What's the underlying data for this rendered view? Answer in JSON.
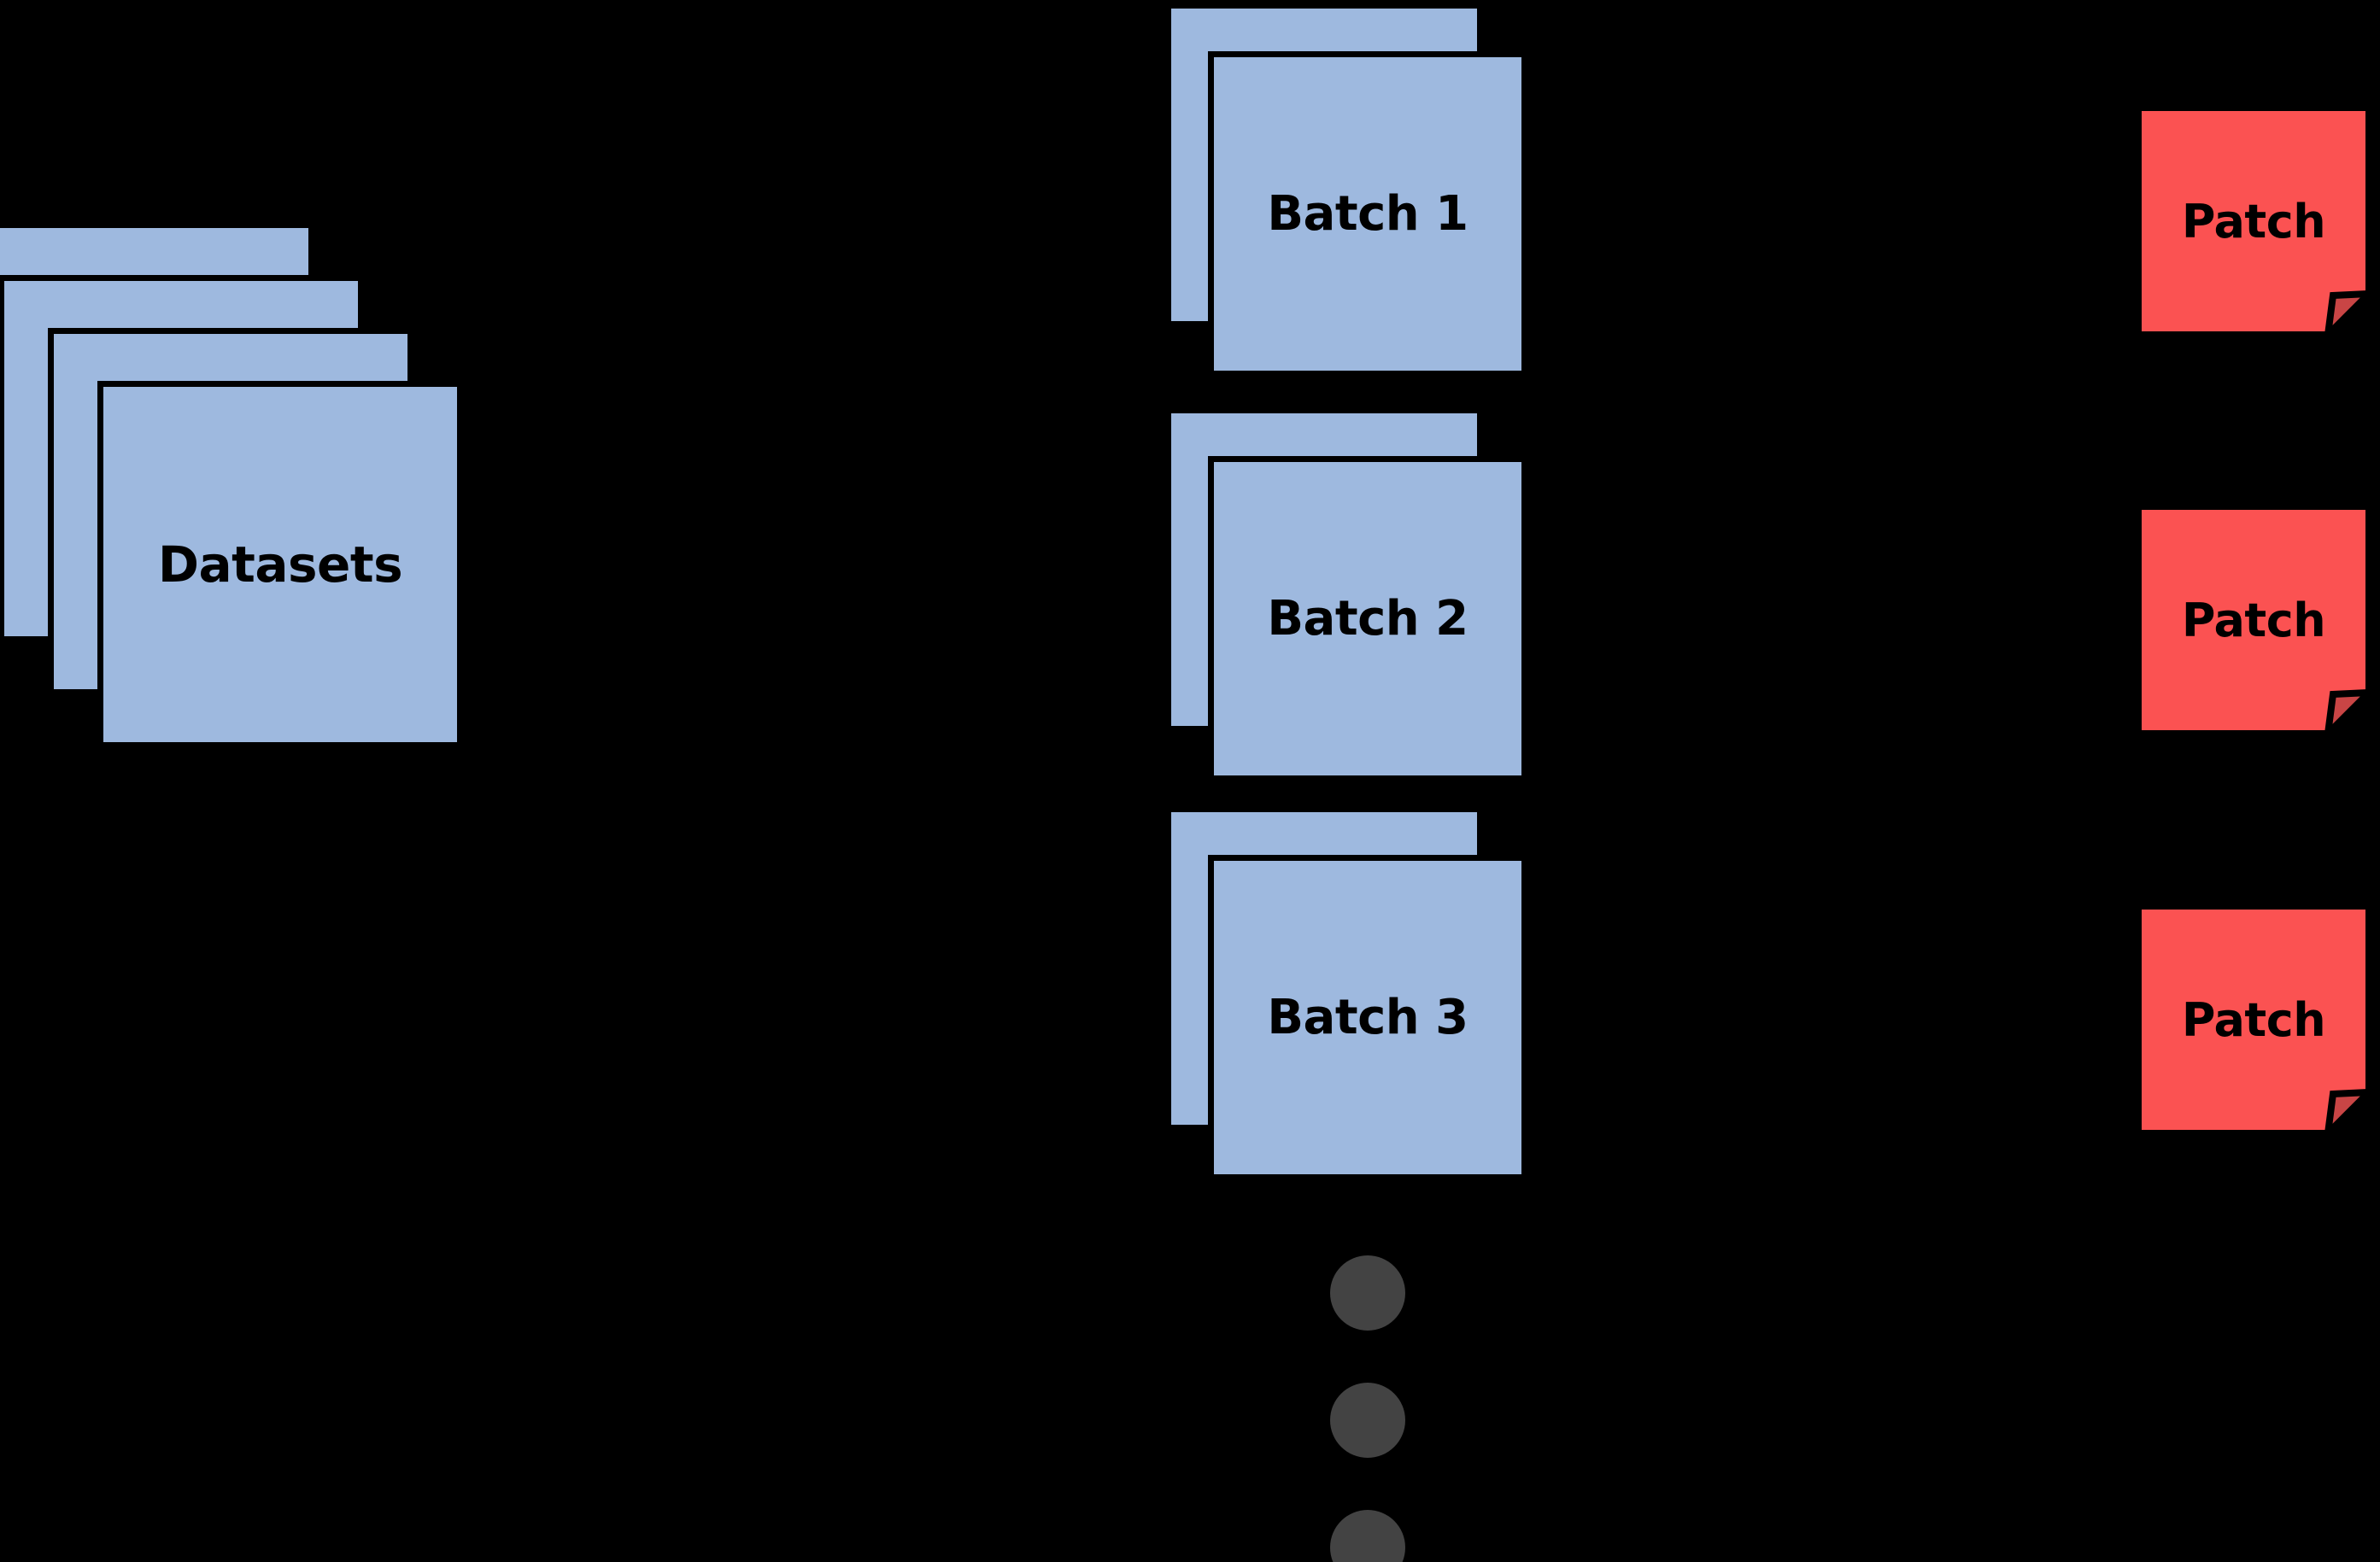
{
  "diagram": {
    "title": "Datasets to Batches to Patches pipeline",
    "background_color": "#000000"
  },
  "palette": {
    "sheet_fill": "#9EB9DF",
    "sheet_stroke": "#000000",
    "patch_fill": "#FB5252",
    "patch_fold_fill": "#C94545",
    "patch_stroke": "#000000",
    "dot_fill": "#434343",
    "text_color": "#000000"
  },
  "datasets": {
    "label": "Datasets",
    "layer_count": 4,
    "layers": [
      {
        "id": "datasets-layer-1"
      },
      {
        "id": "datasets-layer-2"
      },
      {
        "id": "datasets-layer-3"
      },
      {
        "id": "datasets-layer-4"
      }
    ]
  },
  "batches": [
    {
      "label": "Batch 1"
    },
    {
      "label": "Batch 2"
    },
    {
      "label": "Batch 3"
    }
  ],
  "ellipsis": {
    "symbol": "vertical-ellipsis",
    "dot_count": 3
  },
  "patches": [
    {
      "label": "Patch"
    },
    {
      "label": "Patch"
    },
    {
      "label": "Patch"
    }
  ]
}
